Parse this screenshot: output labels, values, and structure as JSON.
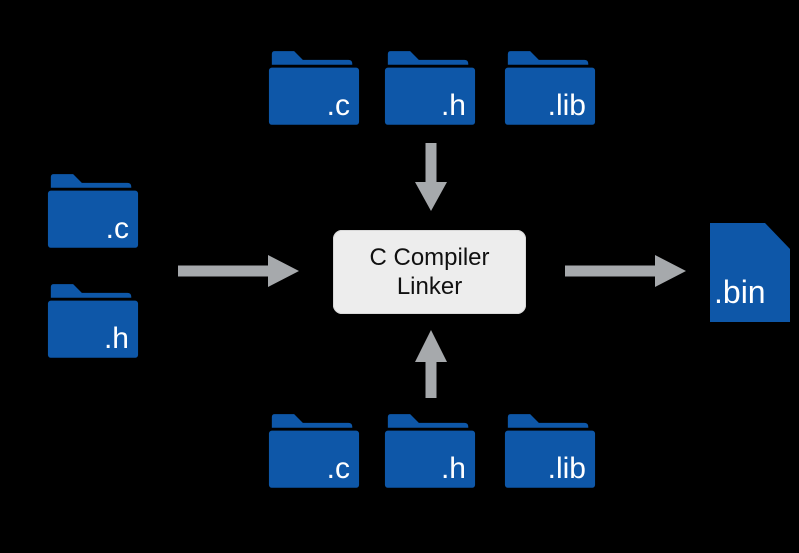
{
  "colors": {
    "background": "#000000",
    "folder_blue": "#0E57A8",
    "arrow_gray": "#A6A9AC",
    "box_fill": "#EDEDED",
    "box_text": "#111111",
    "label_white": "#FFFFFF"
  },
  "diagram": {
    "top_folders": [
      {
        "label": ".c"
      },
      {
        "label": ".h"
      },
      {
        "label": ".lib"
      }
    ],
    "left_folders": [
      {
        "label": ".c"
      },
      {
        "label": ".h"
      }
    ],
    "bottom_folders": [
      {
        "label": ".c"
      },
      {
        "label": ".h"
      },
      {
        "label": ".lib"
      }
    ],
    "center_box": {
      "line1": "C Compiler",
      "line2": "Linker"
    },
    "output_file": {
      "label": ".bin"
    }
  }
}
